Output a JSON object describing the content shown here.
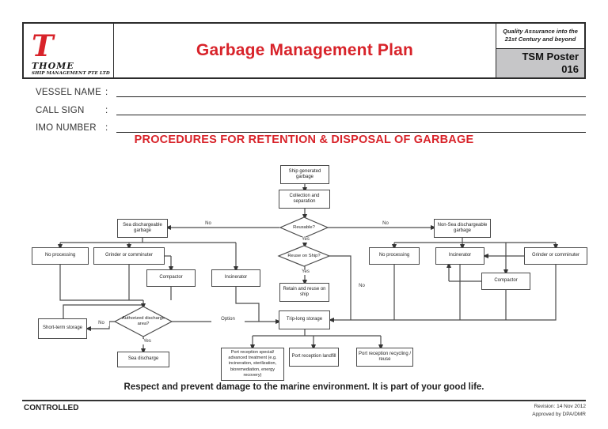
{
  "header": {
    "logo": {
      "letter": "T",
      "name": "THOME",
      "subtitle": "SHIP MANAGEMENT PTE LTD"
    },
    "title": "Garbage Management Plan",
    "qa_text": "Quality Assurance into the 21st Century and beyond",
    "poster_label": "TSM Poster",
    "poster_number": "016"
  },
  "form": {
    "colon": ":",
    "fields": [
      {
        "label": "VESSEL NAME"
      },
      {
        "label": "CALL SIGN"
      },
      {
        "label": "IMO NUMBER"
      }
    ]
  },
  "section_title": "PROCEDURES FOR RETENTION & DISPOSAL OF GARBAGE",
  "flowchart": {
    "nodes": {
      "ship": "Ship generated garbage",
      "collection": "Collection and separation",
      "reusable": "Reusable?",
      "sea_garbage": "Sea dischargeable garbage",
      "non_sea_garbage": "Non-Sea dischargeable garbage",
      "no_processing_l": "No processing",
      "grinder_l": "Grinder or comminuter",
      "compactor_l": "Compactor",
      "incinerator_l": "Incinerator",
      "no_processing_r": "No processing",
      "incinerator_r": "Incinerator",
      "grinder_r": "Grinder or comminuter",
      "compactor_r": "Compactor",
      "reuse_on_ship": "Reuse on Ship?",
      "retain": "Retain and reuse on ship",
      "trip_long": "Trip-long storage",
      "authorized": "Authorized discharge area?",
      "short_term": "Short-term storage",
      "sea_discharge": "Sea discharge",
      "port_special": "Port reception special/ advanced treatment (e.g. incineration, sterilization, bioremediation, energy recovery)",
      "port_landfill": "Port reception landfill",
      "port_recycling": "Port reception recycling / reuse"
    },
    "labels": {
      "no": "No",
      "yes": "Yes",
      "option": "Option"
    }
  },
  "motto": "Respect and prevent damage to the marine environment. It is part of your good life.",
  "footer": {
    "controlled": "CONTROLLED",
    "revision": "Revision: 14 Nov 2012",
    "approved": "Approved by DPA/DMR"
  },
  "colors": {
    "accent": "#d8232a",
    "poster_bg": "#c6c6c8",
    "line": "#4a4a4a"
  }
}
